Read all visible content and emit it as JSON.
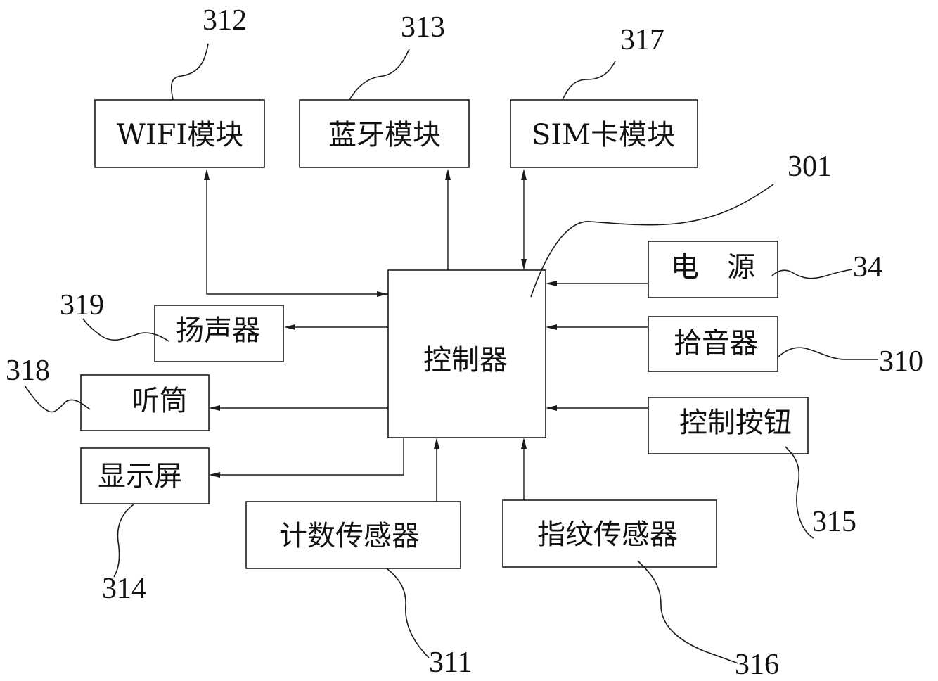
{
  "diagram": {
    "type": "block-diagram",
    "center_node": "controller",
    "nodes": {
      "controller": {
        "label": "控制器",
        "ref": "301"
      },
      "wifi": {
        "label": "WIFI模块",
        "ref": "312"
      },
      "bluetooth": {
        "label": "蓝牙模块",
        "ref": "313"
      },
      "sim": {
        "label": "SIM卡模块",
        "ref": "317"
      },
      "power": {
        "label": "电　源",
        "ref": "34"
      },
      "mic": {
        "label": "拾音器",
        "ref": "310"
      },
      "button": {
        "label": "控制按钮",
        "ref": "315"
      },
      "speaker": {
        "label": "扬声器",
        "ref": "319"
      },
      "earpiece": {
        "label": "听筒",
        "ref": "318"
      },
      "display": {
        "label": "显示屏",
        "ref": "314"
      },
      "count_sensor": {
        "label": "计数传感器",
        "ref": "311"
      },
      "finger_sensor": {
        "label": "指纹传感器",
        "ref": "316"
      }
    },
    "edges": [
      {
        "from": "controller",
        "to": "wifi",
        "direction": "bidirectional"
      },
      {
        "from": "controller",
        "to": "bluetooth",
        "direction": "forward"
      },
      {
        "from": "controller",
        "to": "sim",
        "direction": "bidirectional"
      },
      {
        "from": "power",
        "to": "controller",
        "direction": "forward"
      },
      {
        "from": "mic",
        "to": "controller",
        "direction": "forward"
      },
      {
        "from": "button",
        "to": "controller",
        "direction": "forward"
      },
      {
        "from": "controller",
        "to": "speaker",
        "direction": "forward"
      },
      {
        "from": "controller",
        "to": "earpiece",
        "direction": "forward"
      },
      {
        "from": "controller",
        "to": "display",
        "direction": "forward"
      },
      {
        "from": "count_sensor",
        "to": "controller",
        "direction": "forward"
      },
      {
        "from": "finger_sensor",
        "to": "controller",
        "direction": "forward"
      }
    ]
  }
}
